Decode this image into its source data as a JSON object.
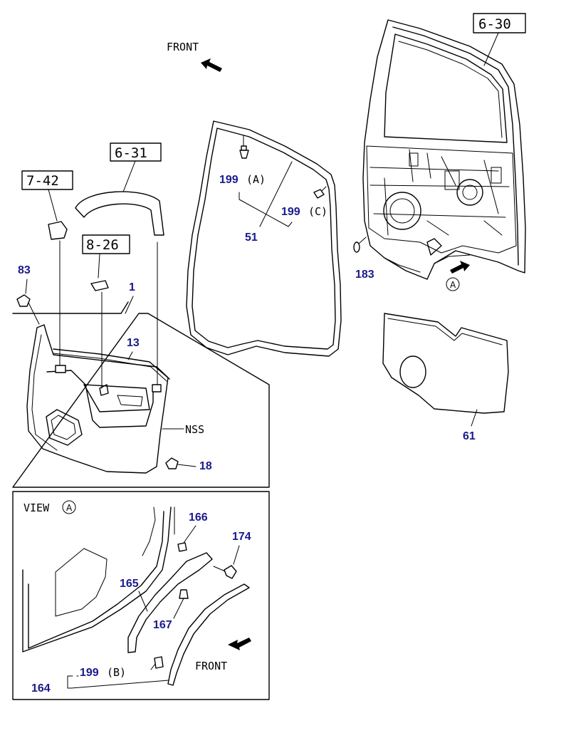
{
  "labels": {
    "front_top": "FRONT",
    "front_bottom": "FRONT",
    "view_a": "VIEW",
    "nss": "NSS",
    "circle_a": "A"
  },
  "refs": {
    "r630": "6-30",
    "r631": "6-31",
    "r742": "7-42",
    "r826": "8-26"
  },
  "parts": {
    "p199a_num": "199",
    "p199a_suffix": "(A)",
    "p199c_num": "199",
    "p199c_suffix": "(C)",
    "p51": "51",
    "p183": "183",
    "p83": "83",
    "p1": "1",
    "p13": "13",
    "p18": "18",
    "p61": "61",
    "p166": "166",
    "p174": "174",
    "p165": "165",
    "p167": "167",
    "p199b_num": "199",
    "p199b_suffix": "(B)",
    "p164": "164"
  },
  "colors": {
    "part_number": "#1a1a8c",
    "line": "#000000"
  }
}
